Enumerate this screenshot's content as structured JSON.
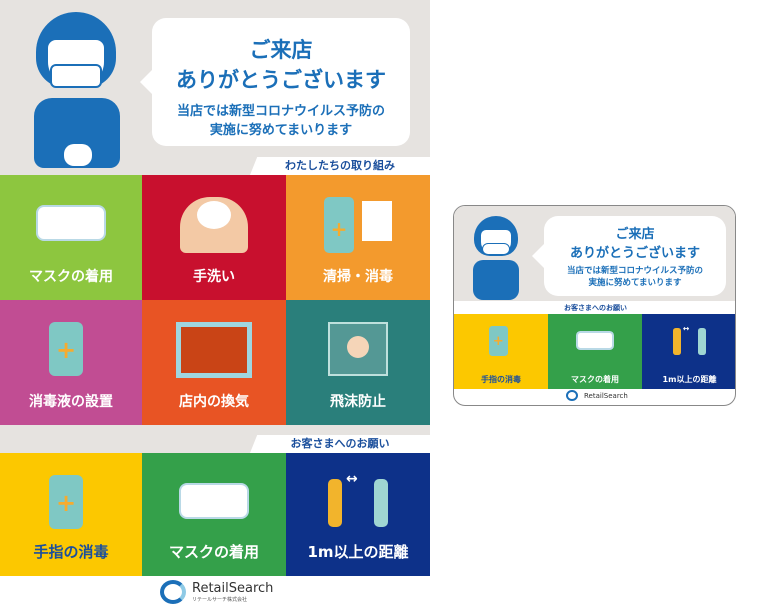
{
  "large_poster": {
    "title": "ご来店",
    "title2": "ありがとうございます",
    "subtitle1": "当店では新型コロナウイルス予防の",
    "subtitle2": "実施に努めてまいります",
    "section1": "わたしたちの取り組み",
    "efforts": [
      {
        "label": "マスクの着用",
        "color": "#8dc63f",
        "icon": "mask-icon"
      },
      {
        "label": "手洗い",
        "color": "#c8102e",
        "icon": "hand-wash-icon"
      },
      {
        "label": "清掃・消毒",
        "color": "#f39a2d",
        "icon": "spray-icon"
      },
      {
        "label": "消毒液の設置",
        "color": "#c14d93",
        "icon": "sanitizer-icon"
      },
      {
        "label": "店内の換気",
        "color": "#e85424",
        "icon": "window-icon"
      },
      {
        "label": "飛沫防止",
        "color": "#2a7f7b",
        "icon": "partition-icon"
      }
    ],
    "section2": "お客さまへのお願い",
    "requests": [
      {
        "label": "手指の消毒",
        "color": "#fcc800",
        "text_color": "#1b4f9c",
        "icon": "sanitizer-icon"
      },
      {
        "label": "マスクの着用",
        "color": "#34a04a",
        "icon": "mask-icon"
      },
      {
        "label": "1m以上の距離",
        "color": "#0d3189",
        "icon": "distance-icon"
      }
    ],
    "logo": "RetailSearch",
    "logo_sub": "リテールサーチ株式会社"
  },
  "small_card": {
    "title": "ご来店",
    "title2": "ありがとうございます",
    "subtitle1": "当店では新型コロナウイルス予防の",
    "subtitle2": "実施に努めてまいります",
    "section": "お客さまへのお願い",
    "requests": [
      {
        "label": "手指の消毒",
        "color": "#fcc800",
        "text_color": "#1b4f9c"
      },
      {
        "label": "マスクの着用",
        "color": "#34a04a"
      },
      {
        "label": "1m以上の距離",
        "color": "#0d3189"
      }
    ],
    "logo": "RetailSearch"
  }
}
